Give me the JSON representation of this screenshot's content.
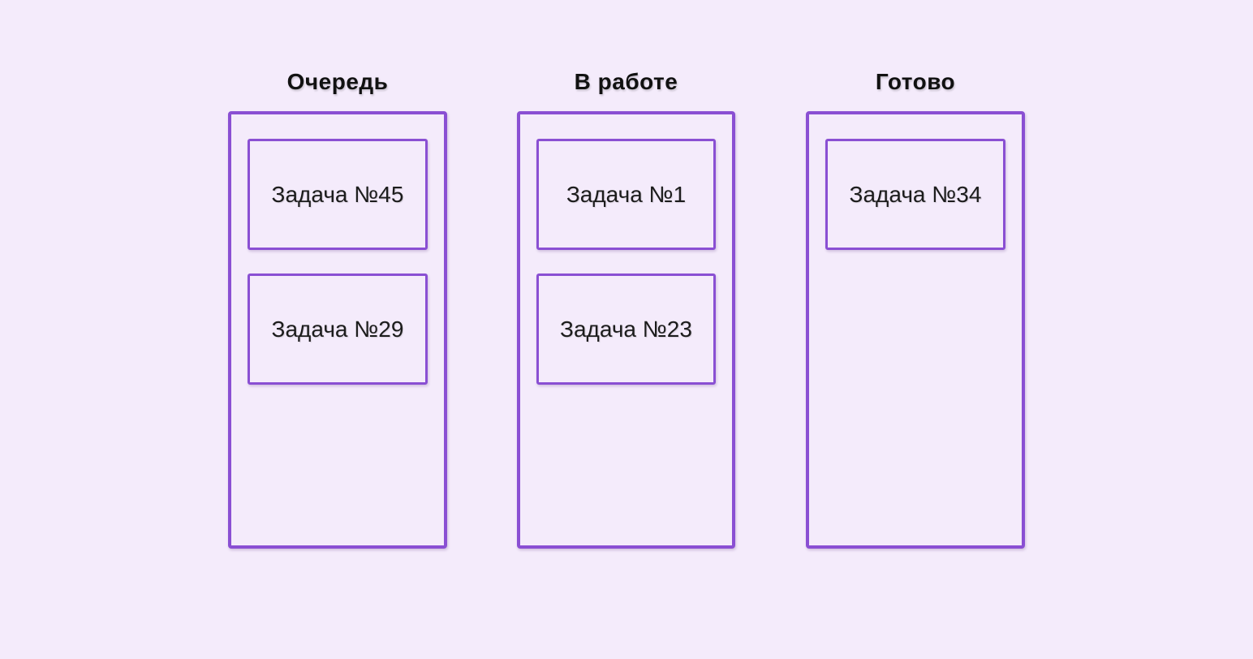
{
  "board": {
    "columns": [
      {
        "title": "Очередь",
        "cards": [
          {
            "label": "Задача №45"
          },
          {
            "label": "Задача №29"
          }
        ]
      },
      {
        "title": "В работе",
        "cards": [
          {
            "label": "Задача №1"
          },
          {
            "label": "Задача №23"
          }
        ]
      },
      {
        "title": "Готово",
        "cards": [
          {
            "label": "Задача №34"
          }
        ]
      }
    ]
  },
  "colors": {
    "background": "#F4EBFB",
    "border": "#8A4FD3",
    "title_text": "#111111",
    "card_text": "#1C1C1C"
  }
}
